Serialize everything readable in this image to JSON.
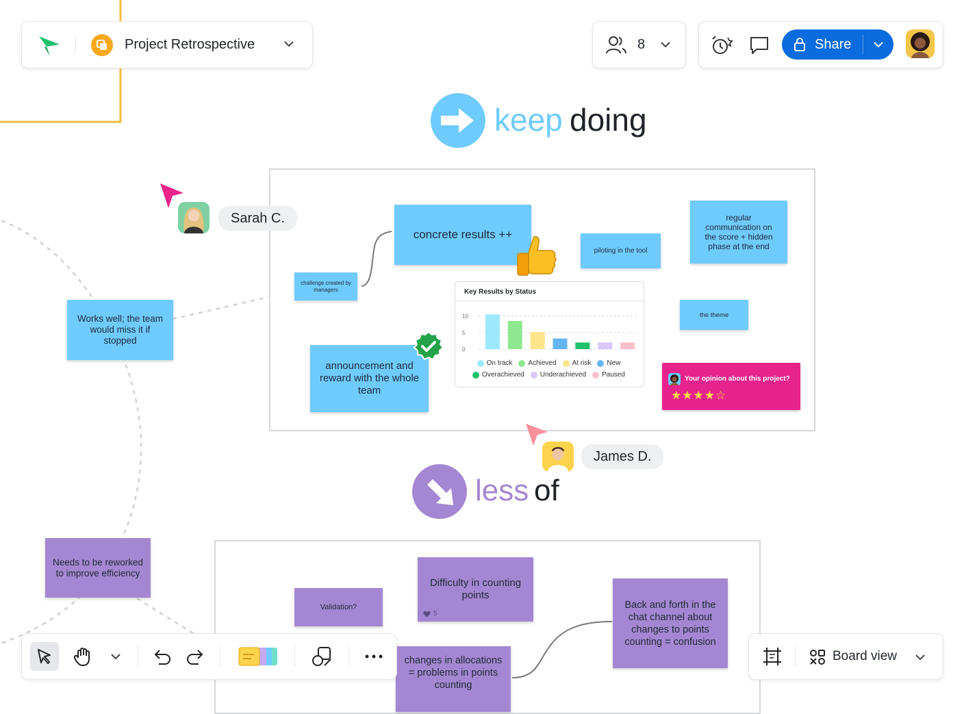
{
  "header": {
    "project_title": "Project Retrospective",
    "collaborator_count": "8",
    "share_label": "Share"
  },
  "sections": {
    "keep_a": "keep",
    "keep_b": "doing",
    "less_a": "less",
    "less_b": "of"
  },
  "cursors": {
    "sarah": "Sarah C.",
    "james": "James D."
  },
  "stickies": {
    "works_well": "Works well; the team would miss it if stopped",
    "needs_rework": "Needs to be reworked to improve efficiency",
    "concrete_results": "concrete results ++",
    "challenge": "challenge created by managers",
    "piloting": "piloting in the tool",
    "regular_comm": "regular communication on the score + hidden phase at the end",
    "theme": "the theme",
    "announcement": "announcement and reward with the whole team",
    "validation": "Validation?",
    "difficulty": "Difficulty in counting points",
    "difficulty_likes": "5",
    "back_forth": "Back and forth in the chat channel about changes to points counting = confusion",
    "changes_alloc": "changes in allocations = problems in points counting"
  },
  "survey": {
    "question": "Your opinion about this project?",
    "rating": 4,
    "max_rating": 5
  },
  "bottom": {
    "board_view_label": "Board view"
  },
  "colors": {
    "blue_sticky": "#6fcbfd",
    "purple_sticky": "#a487d2",
    "share_blue": "#0a6cde",
    "survey_pink": "#e8238b",
    "keep_blue": "#6fcbfd",
    "less_purple": "#a487d2"
  },
  "chart_data": {
    "type": "bar",
    "title": "Key Results by Status",
    "categories": [
      "On track",
      "Achieved",
      "At risk",
      "New",
      "Overachieved",
      "Underachieved",
      "Paused"
    ],
    "values": [
      10.5,
      8.5,
      5.2,
      3.2,
      2,
      2,
      2
    ],
    "colors": [
      "#9be9fb",
      "#8fe88f",
      "#fde58c",
      "#64b5f6",
      "#1fc26b",
      "#d8c8f8",
      "#f9bfcb"
    ],
    "ylim": [
      0,
      12
    ],
    "yticks": [
      0,
      5,
      10
    ],
    "grid": true,
    "legend": "bottom"
  }
}
